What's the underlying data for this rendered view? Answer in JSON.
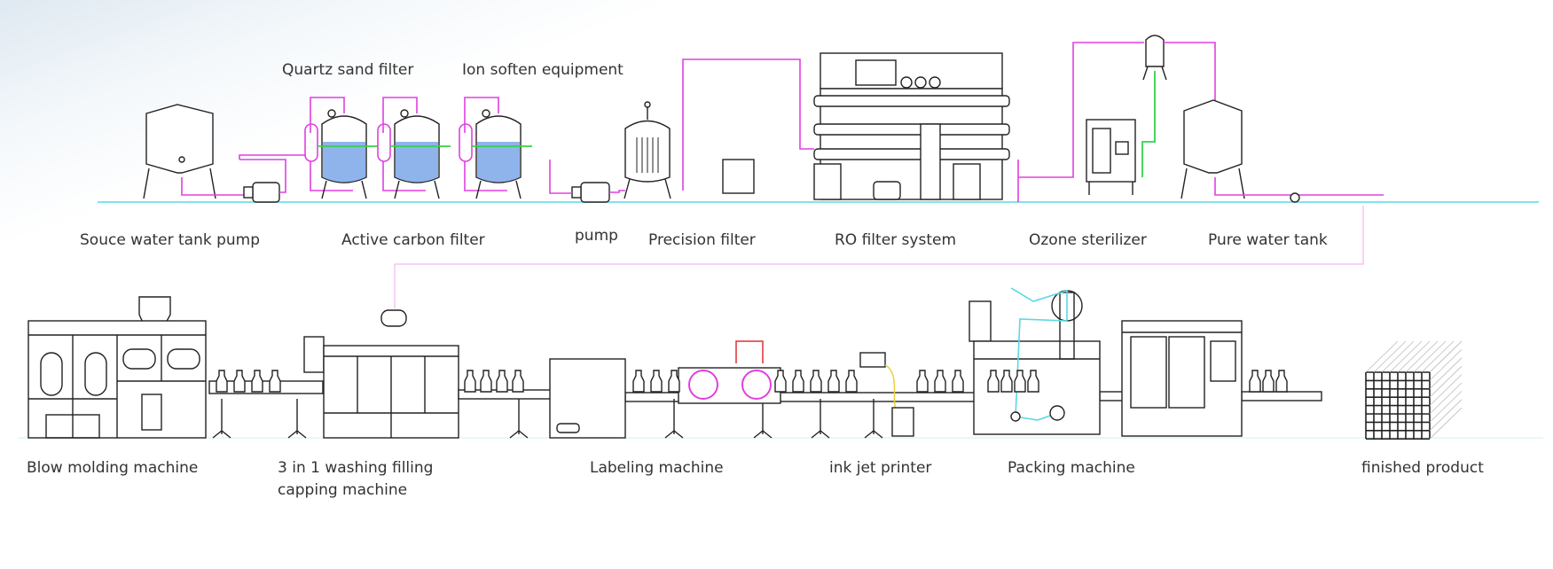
{
  "labels": {
    "quartz_sand_filter": "Quartz sand filter",
    "ion_soften_equipment": "Ion soften equipment",
    "source_water_tank_pump": "Souce water tank pump",
    "active_carbon_filter": "Active carbon filter",
    "pump": "pump",
    "precision_filter": "Precision filter",
    "ro_filter_system": "RO filter system",
    "ozone_sterilizer": "Ozone sterilizer",
    "pure_water_tank": "Pure water tank",
    "blow_molding_machine": "Blow molding machine",
    "washing_filling_line1": "3 in 1 washing filling",
    "washing_filling_line2": "capping machine",
    "labeling_machine": "Labeling machine",
    "ink_jet_printer": "ink jet printer",
    "packing_machine": "Packing machine",
    "finished_product": "finished product"
  },
  "colors": {
    "pipe_raw": "#e040e0",
    "pipe_treated": "#35d24a",
    "baseline": "#5ad8e6",
    "water_fill": "#8fb4ec"
  }
}
